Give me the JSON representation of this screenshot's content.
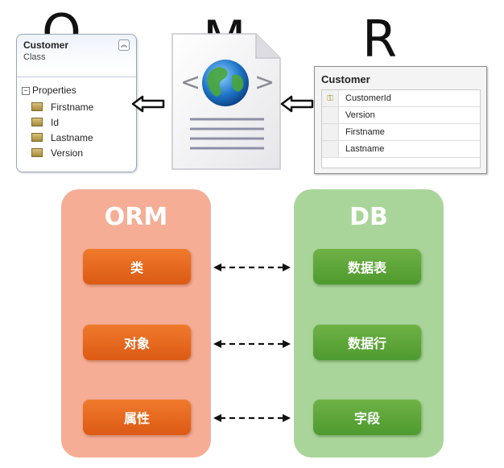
{
  "letters": {
    "o": "O",
    "m": "M",
    "r": "R"
  },
  "class_box": {
    "title": "Customer",
    "subtitle": "Class",
    "section": "Properties",
    "properties": [
      "Firstname",
      "Id",
      "Lastname",
      "Version"
    ]
  },
  "db_table": {
    "title": "Customer",
    "columns": [
      "CustomerId",
      "Version",
      "Firstname",
      "Lastname"
    ]
  },
  "orm_panel": {
    "title": "ORM",
    "items": [
      "类",
      "对象",
      "属性"
    ],
    "color": "#f6ad95",
    "item_color": "#e8661e"
  },
  "db_panel": {
    "title": "DB",
    "items": [
      "数据表",
      "数据行",
      "字段"
    ],
    "color": "#a9d59a",
    "item_color": "#5da63a"
  }
}
